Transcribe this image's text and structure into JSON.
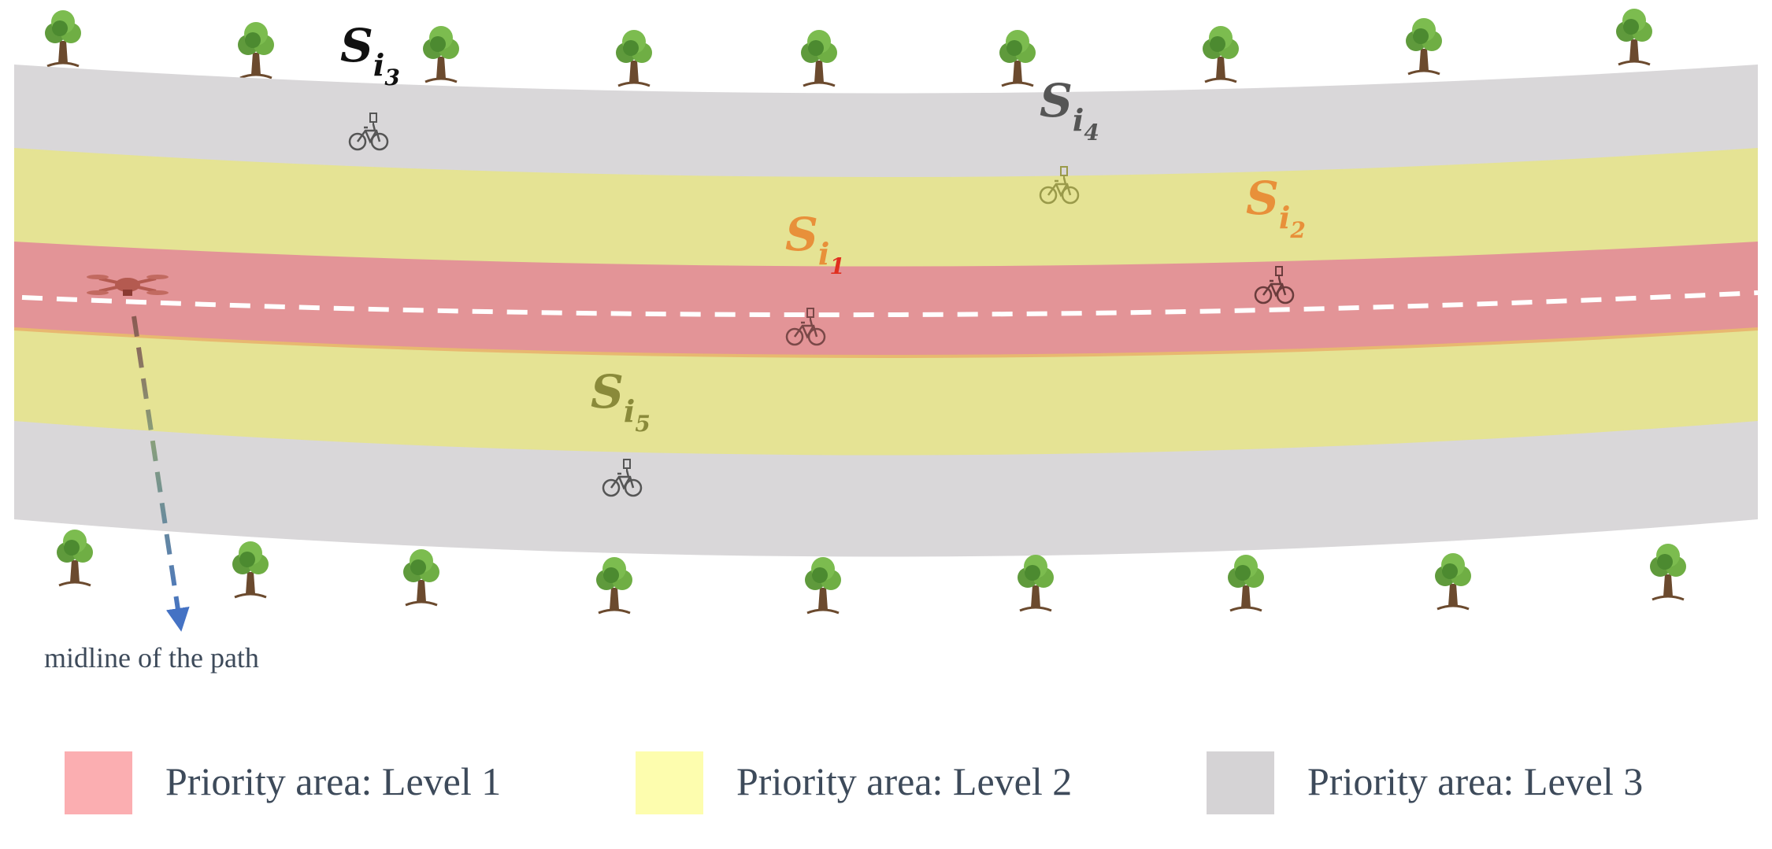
{
  "caption": "midline of the path",
  "colors": {
    "level1": "#e39497",
    "level2": "#e5e394",
    "level3": "#d9d7d9",
    "midline": "#ffffff",
    "arrow": "#4472c4",
    "label_black": "#111111",
    "label_grey": "#555555",
    "label_orange": "#e8903a",
    "label_olive": "#8a8a3a",
    "sub_red": "#e03020"
  },
  "sensors": [
    {
      "base": "S",
      "sub": "i",
      "idx": "1"
    },
    {
      "base": "S",
      "sub": "i",
      "idx": "2"
    },
    {
      "base": "S",
      "sub": "i",
      "idx": "3"
    },
    {
      "base": "S",
      "sub": "i",
      "idx": "4"
    },
    {
      "base": "S",
      "sub": "i",
      "idx": "5"
    }
  ],
  "legend": [
    {
      "label": "Priority area: Level 1",
      "color": "#fbaeb1"
    },
    {
      "label": "Priority area: Level 2",
      "color": "#fdfdae"
    },
    {
      "label": "Priority area: Level 3",
      "color": "#d5d3d5"
    }
  ]
}
